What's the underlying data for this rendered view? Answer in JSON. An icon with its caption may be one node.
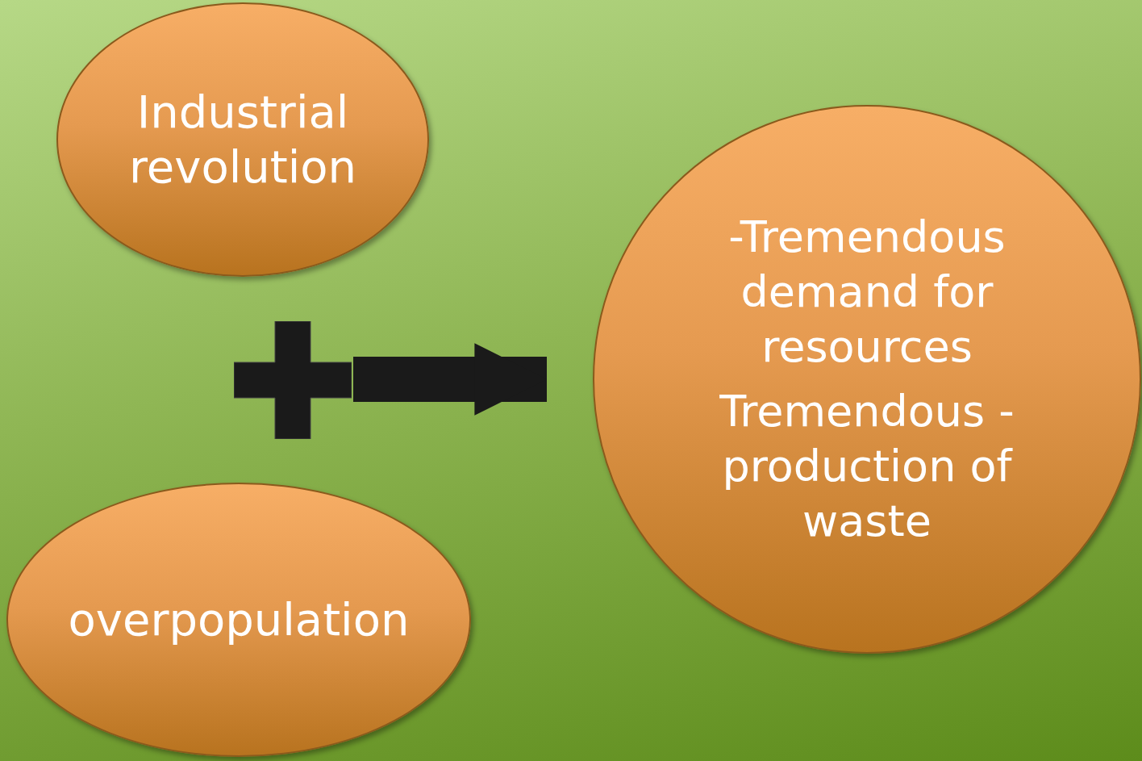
{
  "diagram": {
    "nodes": [
      {
        "text": [
          "Industrial revolution"
        ]
      },
      {
        "text": [
          "overpopulation"
        ]
      },
      {
        "text": [],
        "shape": "plus"
      },
      {
        "text": [
          "-Tremendous demand for resources",
          "Tremendous - production of waste"
        ]
      }
    ],
    "edges": [
      {
        "from": 2,
        "to": 3,
        "arrow": "to"
      }
    ]
  }
}
